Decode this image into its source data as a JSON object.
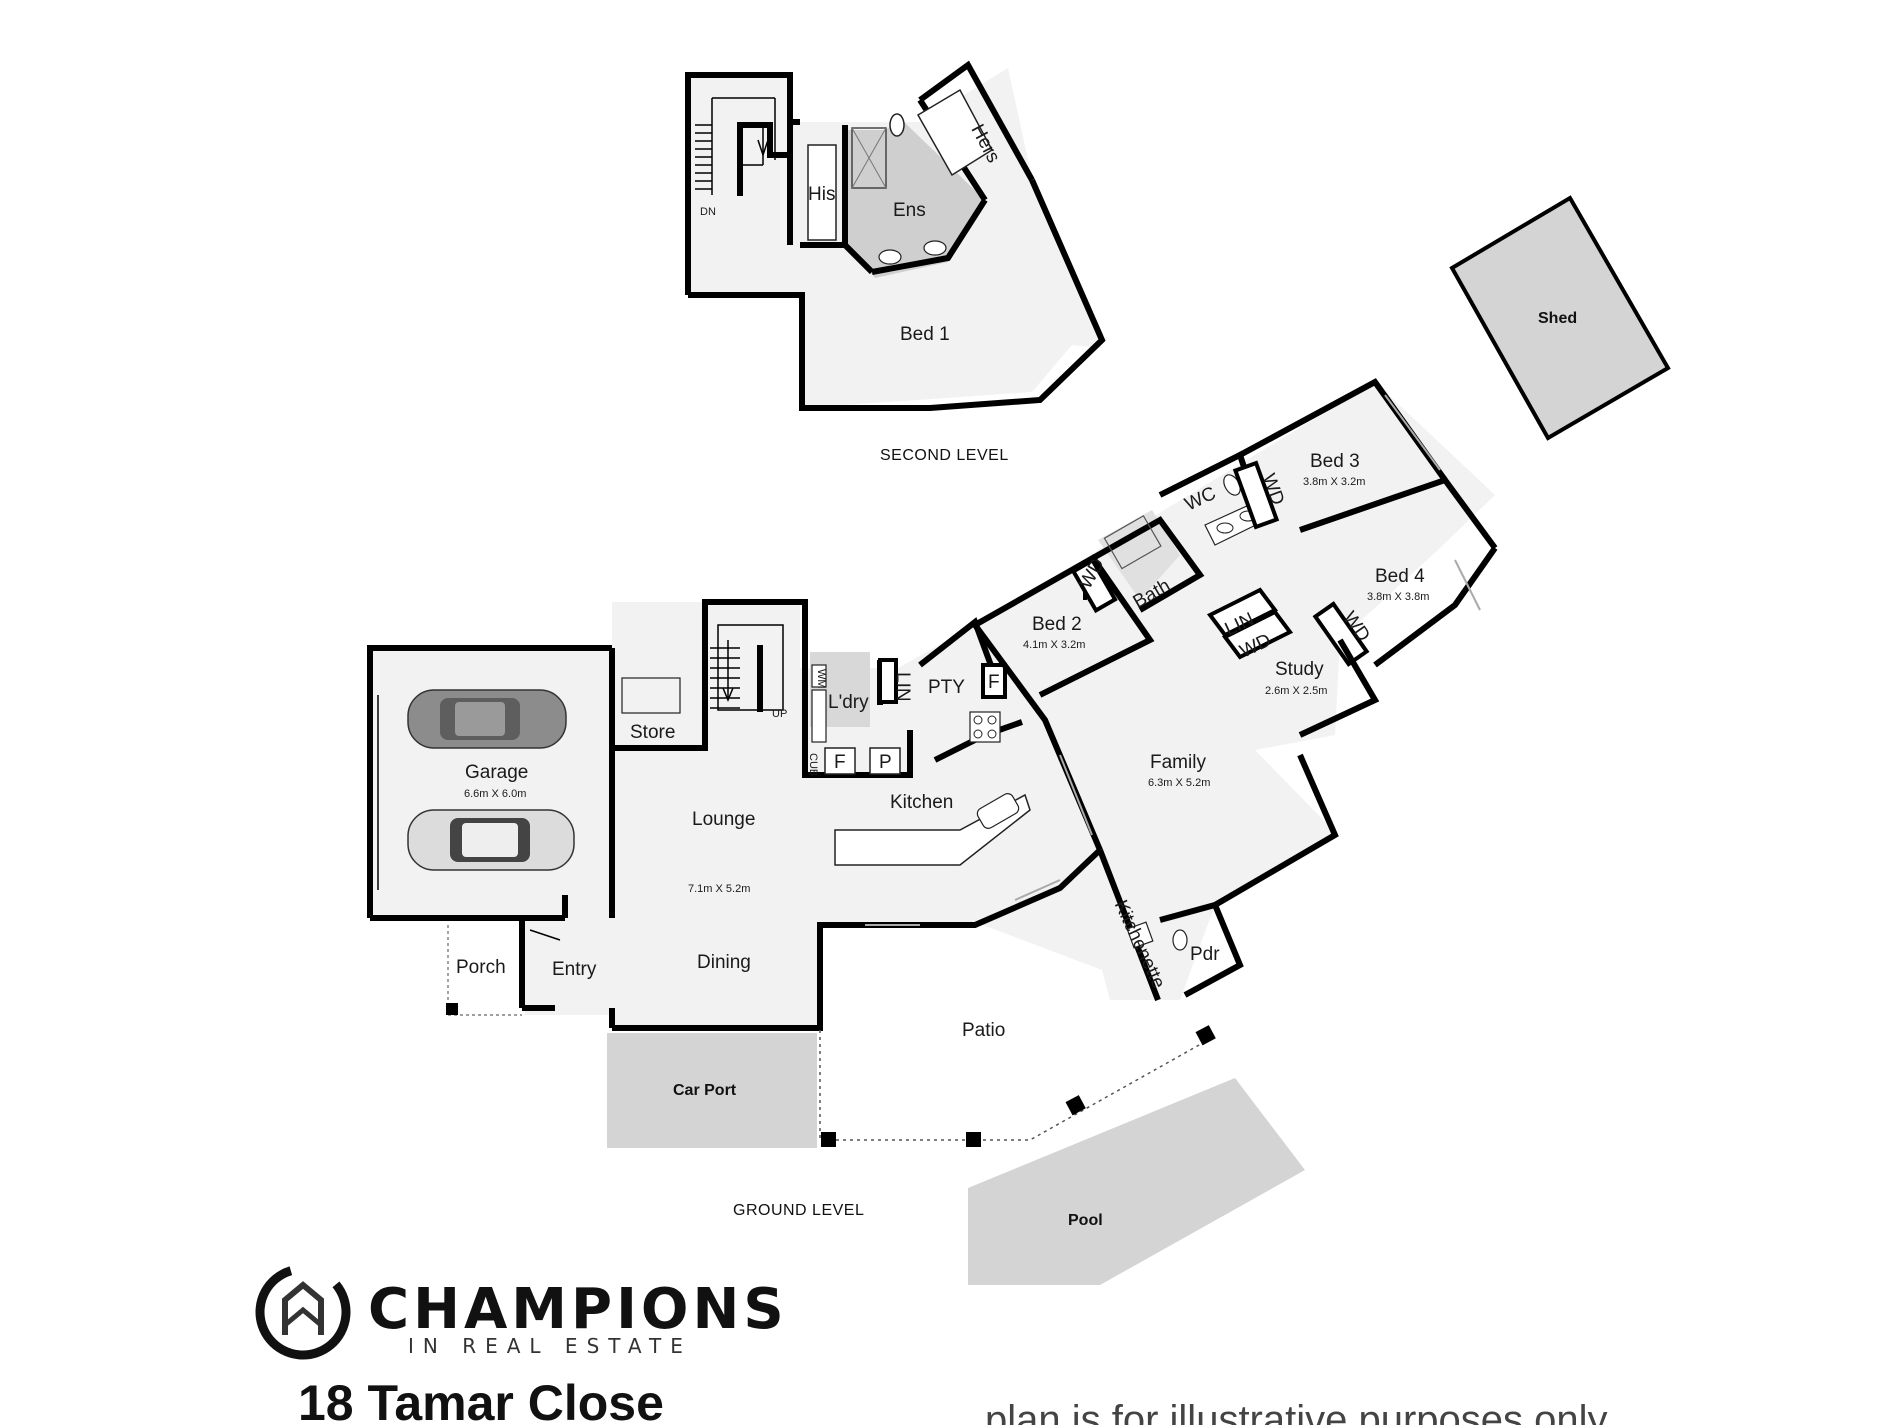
{
  "levels": {
    "second": "SECOND LEVEL",
    "ground": "GROUND LEVEL"
  },
  "rooms": {
    "his": "His",
    "ens": "Ens",
    "hers": "Hers",
    "dn": "DN",
    "bed1": "Bed 1",
    "shed": "Shed",
    "bed3": "Bed 3",
    "bed3_dim": "3.8m X 3.2m",
    "wc": "WC",
    "wd_bed3": "WD",
    "bed4": "Bed 4",
    "bed4_dim": "3.8m X 3.8m",
    "wd_bed2": "WD",
    "bath": "Bath",
    "bed2": "Bed 2",
    "bed2_dim": "4.1m X 3.2m",
    "lin_hall": "LIN",
    "wd_hall": "WD",
    "wd_study": "WD",
    "study": "Study",
    "study_dim": "2.6m X 2.5m",
    "pty": "PTY",
    "f_pty": "F",
    "lin_ldry": "LIN",
    "wm": "WM",
    "ldry": "L'dry",
    "up": "UP",
    "cub": "CUB",
    "f_ldry": "F",
    "p_ldry": "P",
    "store": "Store",
    "garage": "Garage",
    "garage_dim": "6.6m X 6.0m",
    "lounge": "Lounge",
    "lounge_dim": "7.1m X 5.2m",
    "kitchen": "Kitchen",
    "family": "Family",
    "family_dim": "6.3m X 5.2m",
    "kitchenette": "Kitchenette",
    "pdr": "Pdr",
    "porch": "Porch",
    "entry": "Entry",
    "dining": "Dining",
    "patio": "Patio",
    "carport": "Car Port",
    "pool": "Pool"
  },
  "brand": {
    "name": "CHAMPIONS",
    "tagline": "IN REAL ESTATE"
  },
  "address": "18 Tamar Close",
  "disclaimer": "plan is for illustrative purposes only"
}
